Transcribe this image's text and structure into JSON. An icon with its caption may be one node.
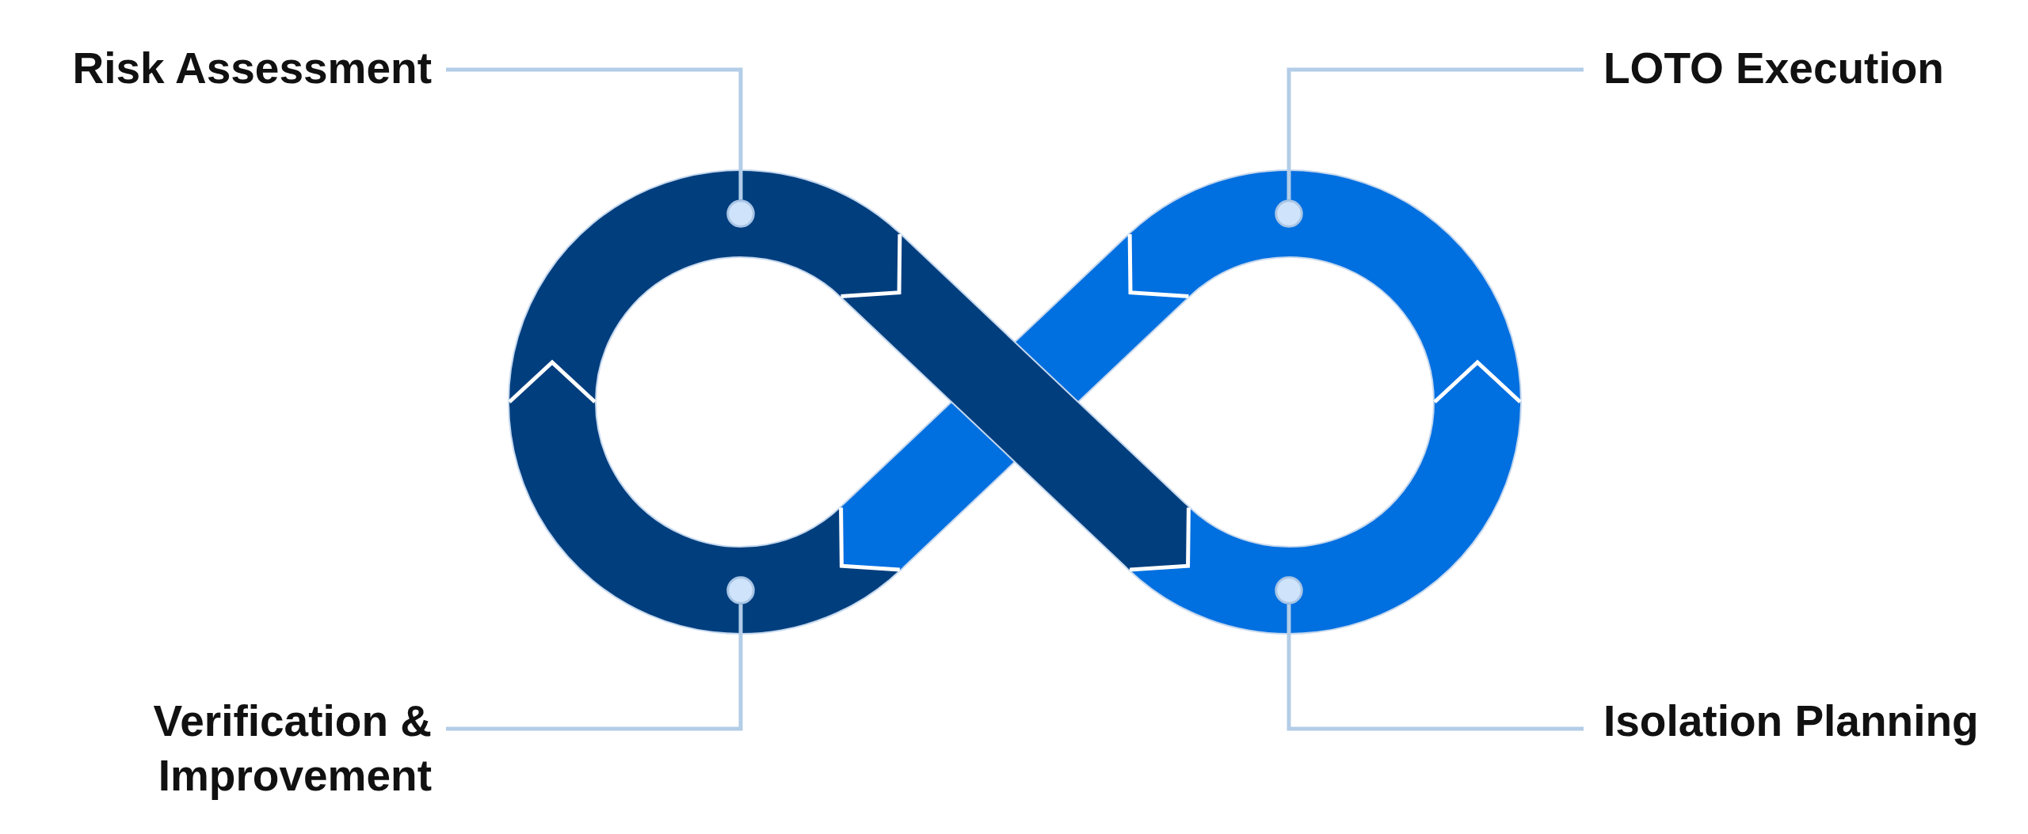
{
  "diagram": {
    "nodes": [
      {
        "text": [
          "Risk Assessment"
        ]
      },
      {
        "text": [
          "LOTO Execution"
        ]
      },
      {
        "text": [],
        "shape": "circle"
      },
      {
        "text": [],
        "shape": "circle"
      },
      {
        "text": [],
        "shape": "circle"
      },
      {
        "text": [],
        "shape": "circle"
      },
      {
        "text": [
          "Verification & Improvement"
        ]
      },
      {
        "text": [
          "Isolation Planning"
        ]
      }
    ],
    "edges": [
      {
        "from": 0,
        "to": 2,
        "arrow": "none"
      },
      {
        "from": 1,
        "to": 3,
        "arrow": "none"
      },
      {
        "from": 6,
        "to": 4,
        "arrow": "none"
      },
      {
        "from": 7,
        "to": 5,
        "arrow": "none"
      }
    ]
  }
}
